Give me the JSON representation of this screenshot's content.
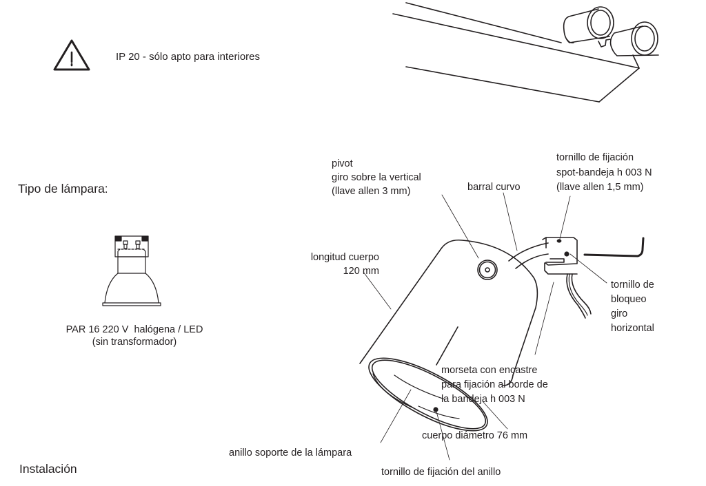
{
  "warning": {
    "icon": "warning-triangle-icon",
    "text": "IP 20 - sólo apto para interiores"
  },
  "lamp_section": {
    "heading": "Tipo de lámpara:",
    "lamp_icon": "gu10-lamp-icon",
    "caption_line1": "PAR 16 220 V  halógena / LED",
    "caption_line2": "(sin transformador)"
  },
  "callouts": {
    "pivot": [
      "pivot",
      "giro sobre la vertical",
      "(llave allen 3 mm)"
    ],
    "barral": "barral curvo",
    "tornillo_fijacion": [
      "tornillo de fijación",
      "spot-bandeja h 003 N",
      "(llave allen 1,5 mm)"
    ],
    "longitud": [
      "longitud cuerpo",
      "120 mm"
    ],
    "tornillo_bloqueo": [
      "tornillo de",
      "bloqueo",
      "giro",
      "horizontal"
    ],
    "morseta": [
      "morseta con encastre",
      "para fijación al borde de",
      "la bandeja h 003 N"
    ],
    "diametro": "cuerpo diámetro 76 mm",
    "anillo": "anillo soporte de la lámpara",
    "tornillo_anillo": "tornillo de fijación del anillo"
  },
  "installation": {
    "heading": "Instalación"
  },
  "colors": {
    "ink": "#231f20",
    "background": "#ffffff"
  }
}
